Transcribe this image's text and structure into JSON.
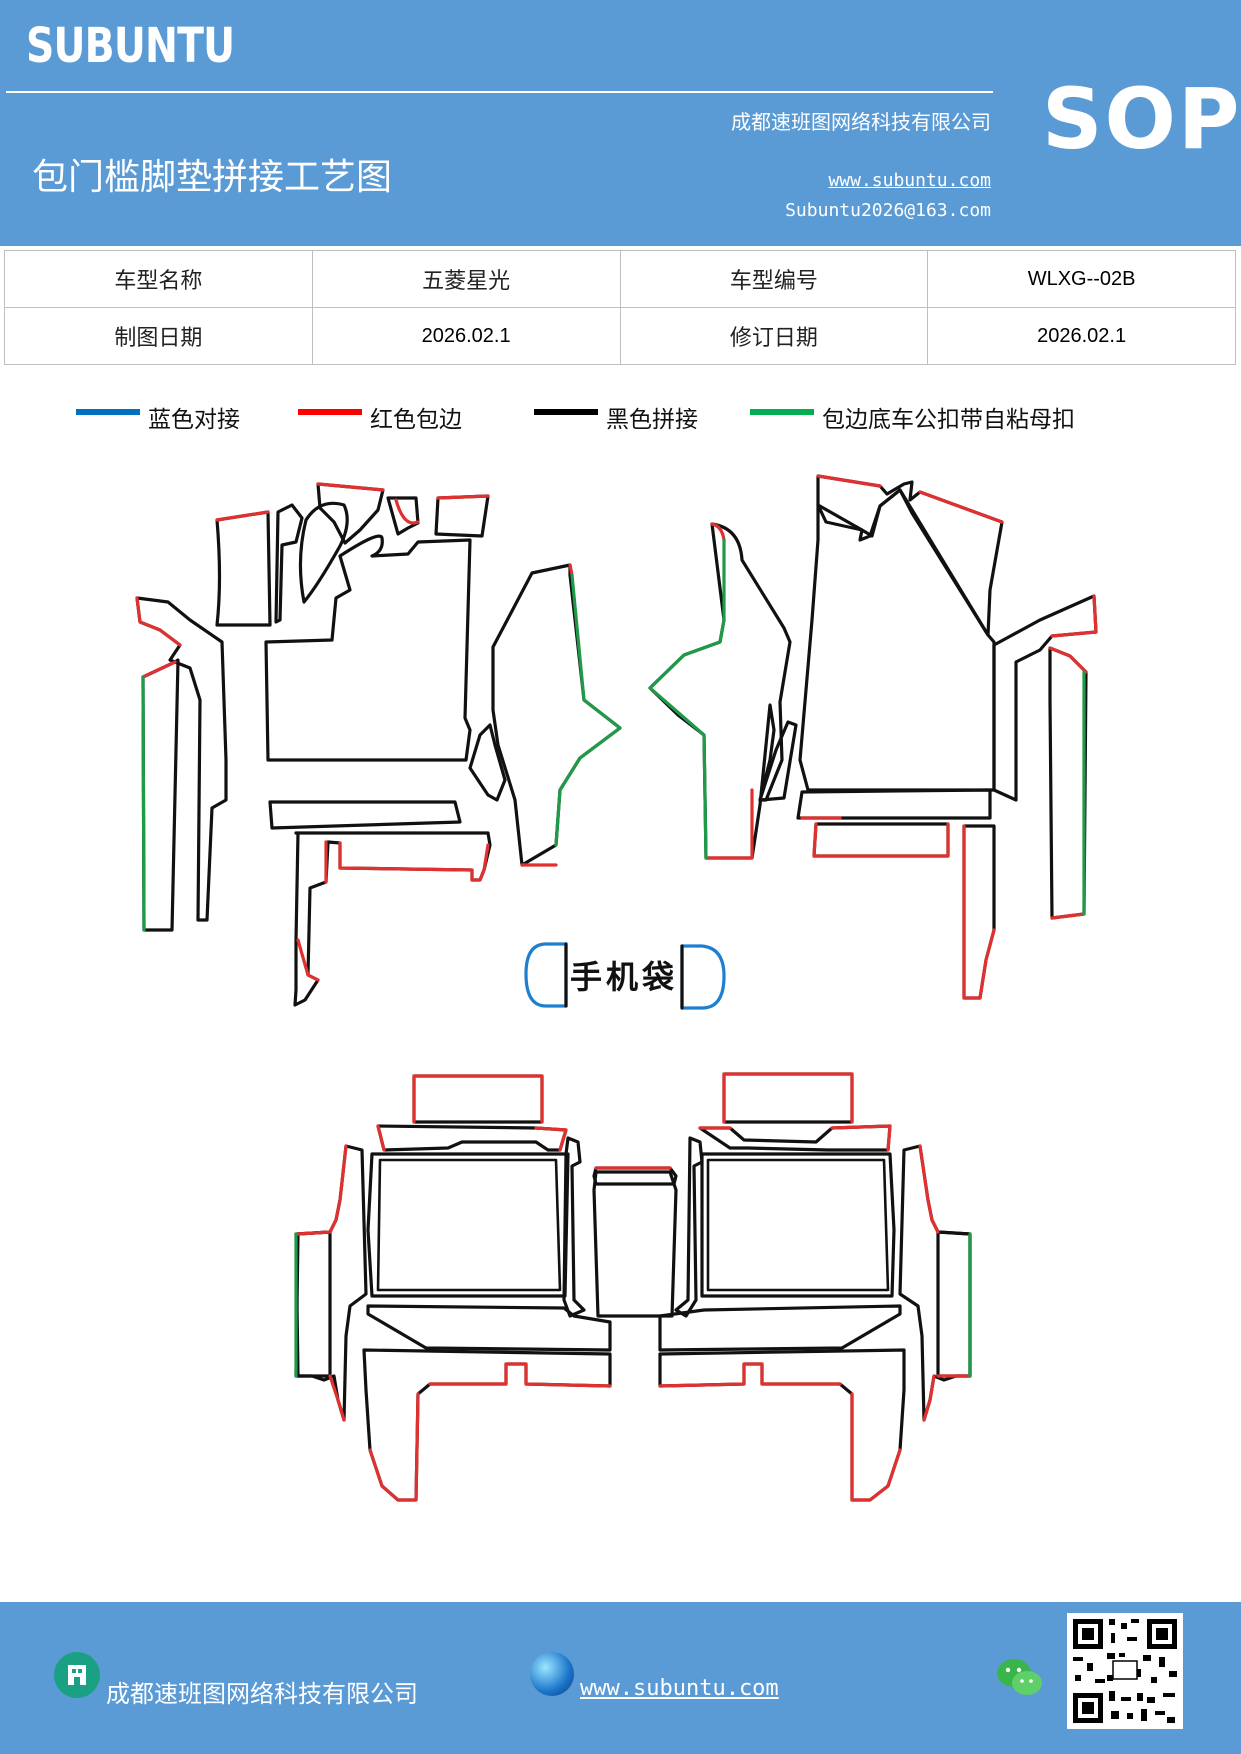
{
  "header": {
    "brand": "SUBUNTU",
    "badge": "SOP",
    "company": "成都速班图网络科技有限公司",
    "title": "包门槛脚垫拼接工艺图",
    "url": "www.subuntu.com",
    "email": "Subuntu2026@163.com"
  },
  "info_table": {
    "model_name_label": "车型名称",
    "model_name_value": "五菱星光",
    "model_code_label": "车型编号",
    "model_code_value": "WLXG--02B",
    "draw_date_label": "制图日期",
    "draw_date_value": "2026.02.1",
    "revise_date_label": "修订日期",
    "revise_date_value": "2026.02.1"
  },
  "legend": [
    {
      "label": "蓝色对接",
      "color": "#0070c0"
    },
    {
      "label": "红色包边",
      "color": "#ff0000"
    },
    {
      "label": "黑色拼接",
      "color": "#000000"
    },
    {
      "label": "包边底车公扣带自粘母扣",
      "color": "#00b050"
    }
  ],
  "diagram": {
    "phone_bag_label": "手机袋",
    "colors": {
      "black": "#111111",
      "red": "#e03030",
      "green": "#1e9a48",
      "blue": "#1e7fd0"
    }
  },
  "footer": {
    "company": "成都速班图网络科技有限公司",
    "url": "www.subuntu.com",
    "icons": [
      "building-icon",
      "globe-icon",
      "wechat-icon",
      "qr-code"
    ]
  }
}
